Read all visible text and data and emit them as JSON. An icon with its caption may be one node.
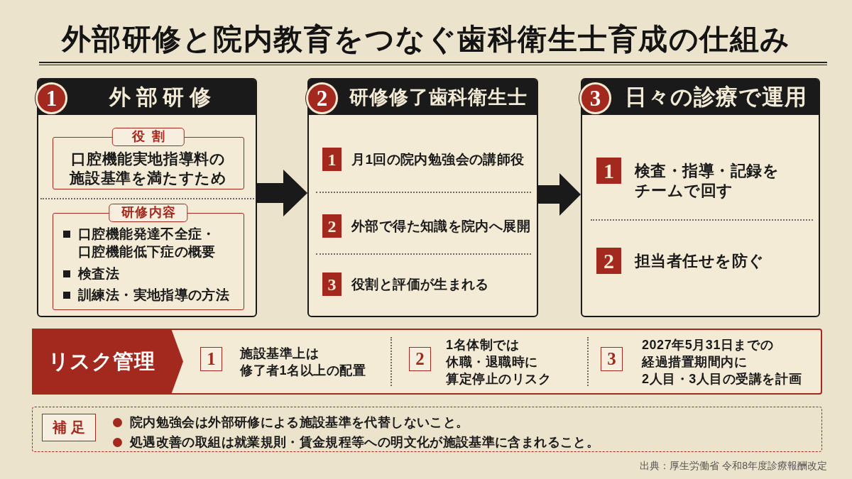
{
  "diagram": {
    "title": "外部研修と院内教育をつなぐ歯科衛生士育成の仕組み",
    "nodes": [
      {
        "text": [
          "1",
          "外部研修"
        ]
      },
      {
        "text": [
          "役割",
          "口腔機能実地指導料の施設基準を満たすため"
        ],
        "in": 0
      },
      {
        "text": [
          "研修内容",
          "口腔機能発達不全症・口腔機能低下症の概要",
          "検査法",
          "訓練法・実地指導の方法"
        ],
        "in": 0
      },
      {
        "text": [
          "2",
          "研修修了歯科衛生士",
          "1",
          "月1回の院内勉強会の講師役",
          "2",
          "外部で得た知識を院内へ展開",
          "3",
          "役割と評価が生まれる"
        ]
      },
      {
        "text": [
          "3",
          "日々の診療で運用",
          "1",
          "検査・指導・記録をチームで回す",
          "2",
          "担当者任せを防ぐ"
        ]
      },
      {
        "text": [
          "リスク管理",
          "1",
          "施設基準上は修了者1名以上の配置",
          "2",
          "1名体制では休職・退職時に算定停止のリスク",
          "3",
          "2027年5月31日までの経過措置期間内に2人目・3人目の受講を計画"
        ]
      },
      {
        "text": [
          "補足",
          "院内勉強会は外部研修による施設基準を代替しないこと。",
          "処遇改善の取組は就業規則・賃金規程等への明文化が施設基準に含まれること。"
        ]
      }
    ],
    "edges": [
      {
        "from": 0,
        "to": 3,
        "arrow": "to"
      },
      {
        "from": 3,
        "to": 4,
        "arrow": "to"
      }
    ],
    "labels": [
      "出典：厚生労働省 令和8年度診療報酬改定"
    ]
  }
}
